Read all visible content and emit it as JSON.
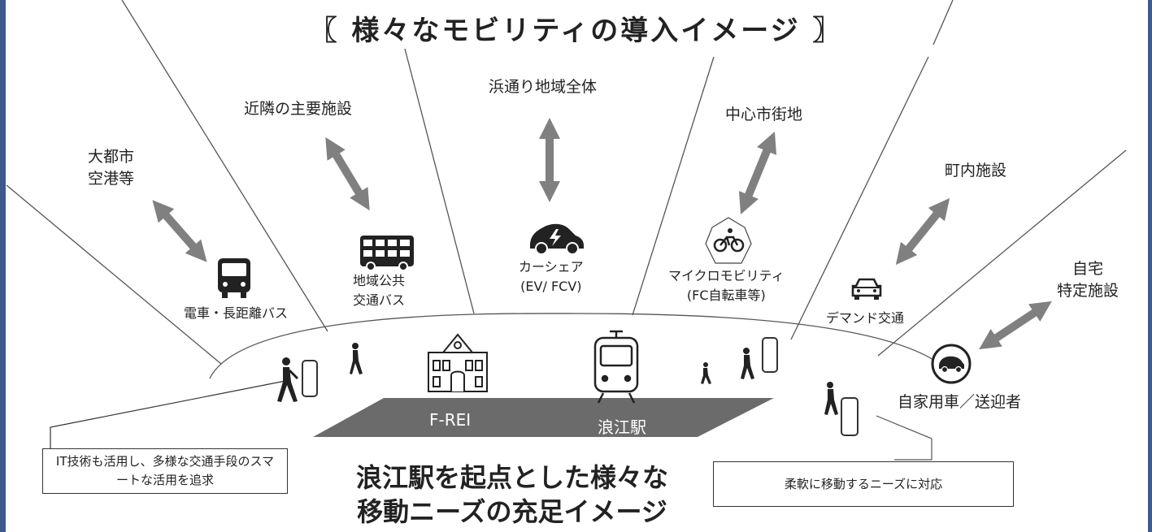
{
  "title": "〖 様々なモビリティの導入イメージ 〗",
  "destinations": {
    "city_airport": [
      "大都市",
      "空港等"
    ],
    "nearby_facilities": "近隣の主要施設",
    "hamadori": "浜通り地域全体",
    "city_center": "中心市街地",
    "town_facilities": "町内施設",
    "home": [
      "自宅",
      "特定施設"
    ]
  },
  "modes": {
    "train_bus": {
      "label": "電車・長距離バス",
      "icon": "bus-icon"
    },
    "local_bus": {
      "label": [
        "地域公共",
        "交通バス"
      ],
      "icon": "double-decker-bus-icon"
    },
    "car_share": {
      "label": [
        "カーシェア",
        "(EV/ FCV)"
      ],
      "icon": "electric-car-icon"
    },
    "micro": {
      "label": [
        "マイクロモビリティ",
        "(FC自転車等)"
      ],
      "icon": "bicycle-icon"
    },
    "demand": {
      "label": "デマンド交通",
      "icon": "car-icon"
    },
    "private_car": {
      "label": "自家用車／送迎者",
      "icon": "car-circle-icon"
    }
  },
  "hub": {
    "building_label": "F-REI",
    "building_icon": "school-building-icon",
    "station_label": "浪江駅",
    "station_icon": "train-icon"
  },
  "notes": {
    "left": "IT技術も活用し、多様な交通手段のスマートな活用を追求",
    "right": "柔軟に移動するニーズに対応"
  },
  "headline": [
    "浪江駅を起点とした様々な",
    "移動ニーズの充足イメージ"
  ],
  "colors": {
    "arrow": "#808080",
    "floor": "#6b6b6b",
    "ink": "#222222",
    "frame": "#3c5a8c"
  }
}
